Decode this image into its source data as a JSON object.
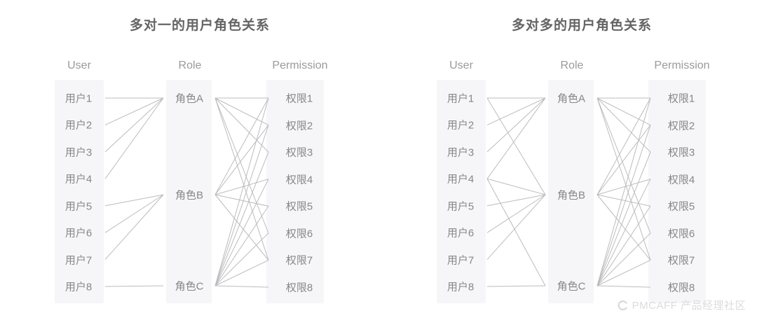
{
  "colors": {
    "background": "#ffffff",
    "column_background": "#f6f6f8",
    "title_text": "#646464",
    "header_text": "#9a9a9e",
    "node_text": "#87878b",
    "link_line": "#bcbcbe",
    "watermark": "#dcdcdc"
  },
  "watermark": {
    "icon": "pmcaff-logo",
    "text": "PMCAFF 产品经理社区"
  },
  "diagrams": [
    {
      "id": "many-to-one",
      "title": "多对一的用户角色关系",
      "columns": {
        "user": "User",
        "role": "Role",
        "permission": "Permission"
      },
      "users": [
        "用户1",
        "用户2",
        "用户3",
        "用户4",
        "用户5",
        "用户6",
        "用户7",
        "用户8"
      ],
      "roles": [
        "角色A",
        "角色B",
        "角色C"
      ],
      "permissions": [
        "权限1",
        "权限2",
        "权限3",
        "权限4",
        "权限5",
        "权限6",
        "权限7",
        "权限8"
      ],
      "user_role_links": [
        [
          "用户1",
          "角色A"
        ],
        [
          "用户2",
          "角色A"
        ],
        [
          "用户3",
          "角色A"
        ],
        [
          "用户4",
          "角色A"
        ],
        [
          "用户5",
          "角色B"
        ],
        [
          "用户6",
          "角色B"
        ],
        [
          "用户7",
          "角色B"
        ],
        [
          "用户8",
          "角色C"
        ]
      ],
      "role_permission_links": [
        [
          "角色A",
          "权限1"
        ],
        [
          "角色A",
          "权限2"
        ],
        [
          "角色A",
          "权限3"
        ],
        [
          "角色A",
          "权限6"
        ],
        [
          "角色A",
          "权限7"
        ],
        [
          "角色B",
          "权限1"
        ],
        [
          "角色B",
          "权限2"
        ],
        [
          "角色B",
          "权限4"
        ],
        [
          "角色B",
          "权限5"
        ],
        [
          "角色B",
          "权限7"
        ],
        [
          "角色C",
          "权限1"
        ],
        [
          "角色C",
          "权限2"
        ],
        [
          "角色C",
          "权限3"
        ],
        [
          "角色C",
          "权限4"
        ],
        [
          "角色C",
          "权限5"
        ],
        [
          "角色C",
          "权限6"
        ],
        [
          "角色C",
          "权限7"
        ],
        [
          "角色C",
          "权限8"
        ]
      ]
    },
    {
      "id": "many-to-many",
      "title": "多对多的用户角色关系",
      "columns": {
        "user": "User",
        "role": "Role",
        "permission": "Permission"
      },
      "users": [
        "用户1",
        "用户2",
        "用户3",
        "用户4",
        "用户5",
        "用户6",
        "用户7",
        "用户8"
      ],
      "roles": [
        "角色A",
        "角色B",
        "角色C"
      ],
      "permissions": [
        "权限1",
        "权限2",
        "权限3",
        "权限4",
        "权限5",
        "权限6",
        "权限7",
        "权限8"
      ],
      "user_role_links": [
        [
          "用户1",
          "角色A"
        ],
        [
          "用户1",
          "角色B"
        ],
        [
          "用户2",
          "角色A"
        ],
        [
          "用户3",
          "角色A"
        ],
        [
          "用户4",
          "角色A"
        ],
        [
          "用户4",
          "角色B"
        ],
        [
          "用户4",
          "角色C"
        ],
        [
          "用户5",
          "角色B"
        ],
        [
          "用户6",
          "角色B"
        ],
        [
          "用户7",
          "角色B"
        ],
        [
          "用户8",
          "角色C"
        ]
      ],
      "role_permission_links": [
        [
          "角色A",
          "权限1"
        ],
        [
          "角色A",
          "权限2"
        ],
        [
          "角色A",
          "权限3"
        ],
        [
          "角色A",
          "权限6"
        ],
        [
          "角色A",
          "权限7"
        ],
        [
          "角色B",
          "权限1"
        ],
        [
          "角色B",
          "权限2"
        ],
        [
          "角色B",
          "权限4"
        ],
        [
          "角色B",
          "权限5"
        ],
        [
          "角色B",
          "权限7"
        ],
        [
          "角色C",
          "权限1"
        ],
        [
          "角色C",
          "权限2"
        ],
        [
          "角色C",
          "权限3"
        ],
        [
          "角色C",
          "权限4"
        ],
        [
          "角色C",
          "权限5"
        ],
        [
          "角色C",
          "权限6"
        ],
        [
          "角色C",
          "权限7"
        ],
        [
          "角色C",
          "权限8"
        ]
      ]
    }
  ]
}
